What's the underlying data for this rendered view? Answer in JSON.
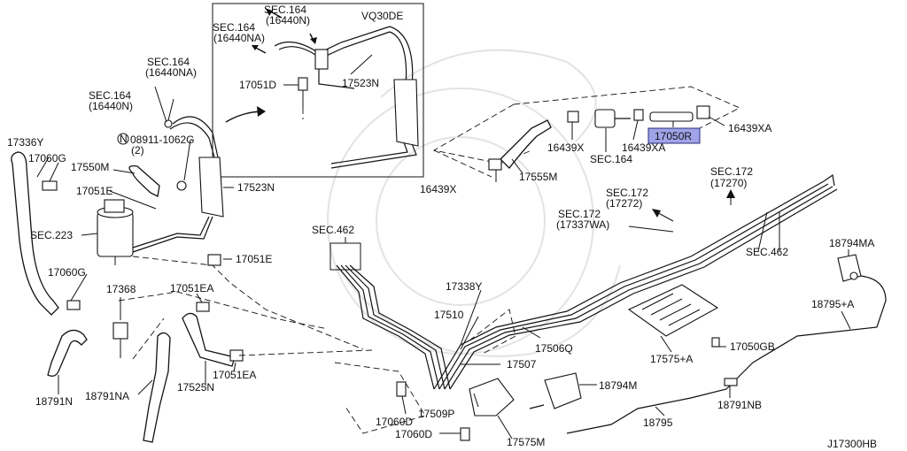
{
  "diagram": {
    "code": "J17300HB",
    "engine": "VQ30DE",
    "labels": {
      "sec164_16440n_inset": "SEC.164",
      "sec164_16440n_inset_sub": "(16440N)",
      "sec164_16440na_inset": "SEC.164",
      "sec164_16440na_inset_sub": "(16440NA)",
      "p17051d": "17051D",
      "p17523n_inset": "17523N",
      "sec164_16440na_left": "SEC.164",
      "sec164_16440na_left_sub": "(16440NA)",
      "sec164_16440n_left": "SEC.164",
      "sec164_16440n_left_sub": "(16440N)",
      "p17336y": "17336Y",
      "p17060g_top": "17060G",
      "bolt_08911": "08911-1062G",
      "bolt_qty": "(2)",
      "p17550m": "17550M",
      "p17051e_top": "17051E",
      "p17523n": "17523N",
      "sec223": "SEC.223",
      "p17051e": "17051E",
      "p17060g": "17060G",
      "p17368": "17368",
      "p17051ea_top": "17051EA",
      "p18791n": "18791N",
      "p18791na": "18791NA",
      "p17525n": "17525N",
      "p17051ea": "17051EA",
      "sec462_left": "SEC.462",
      "p17338y": "17338Y",
      "p17510": "17510",
      "p17506q": "17506Q",
      "p17507": "17507",
      "p17509p": "17509P",
      "p17060d_a": "17060D",
      "p17060d_b": "17060D",
      "p17575m": "17575M",
      "p18794m": "18794M",
      "p16439x_left": "16439X",
      "p17555m": "17555M",
      "p16439x": "16439X",
      "sec164": "SEC.164",
      "p16439xa_mid": "16439XA",
      "p17050r": "17050R",
      "p16439xa": "16439XA",
      "sec172_17270": "SEC.172",
      "sec172_17270_sub": "(17270)",
      "sec172_17272": "SEC.172",
      "sec172_17272_sub": "(17272)",
      "sec172_17337wa": "SEC.172",
      "sec172_17337wa_sub": "(17337WA)",
      "sec462_right": "SEC.462",
      "p18794ma": "18794MA",
      "p18795a": "18795+A",
      "p17575a": "17575+A",
      "p17050gb": "17050GB",
      "p18795": "18795",
      "p18791nb": "18791NB"
    }
  },
  "colors": {
    "highlight": "#9fa4e8",
    "line": "#111111",
    "watermark": "#e3e3e3"
  }
}
